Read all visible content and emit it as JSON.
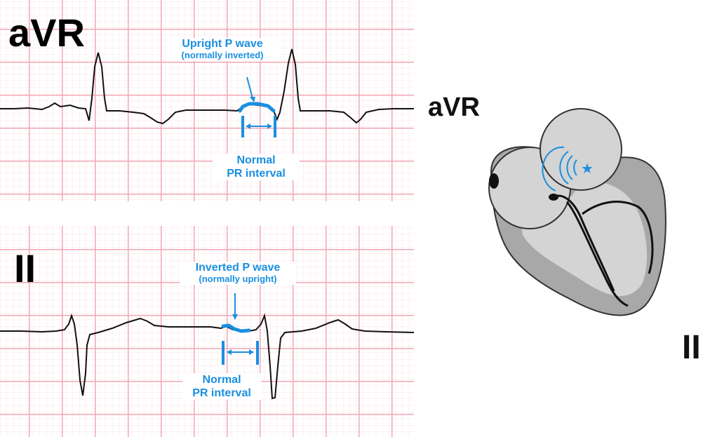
{
  "strips": {
    "avr": {
      "lead": "aVR",
      "p_wave_title": "Upright P wave",
      "p_wave_note": "(normally inverted)",
      "pr_line1": "Normal",
      "pr_line2": "PR interval"
    },
    "ii": {
      "lead": "II",
      "p_wave_title": "Inverted P wave",
      "p_wave_note": "(normally upright)",
      "pr_line1": "Normal",
      "pr_line2": "PR interval"
    }
  },
  "heart_diagram": {
    "label_top": "aVR",
    "label_bottom": "II",
    "pacemaker_icon": "star-icon"
  },
  "colors": {
    "grid_major": "#f2a7b4",
    "grid_minor": "#fbe3e8",
    "trace": "#111111",
    "highlight": "#1a8fe0",
    "heart_outer": "#a8a8a8",
    "heart_inner": "#d4d4d4"
  }
}
